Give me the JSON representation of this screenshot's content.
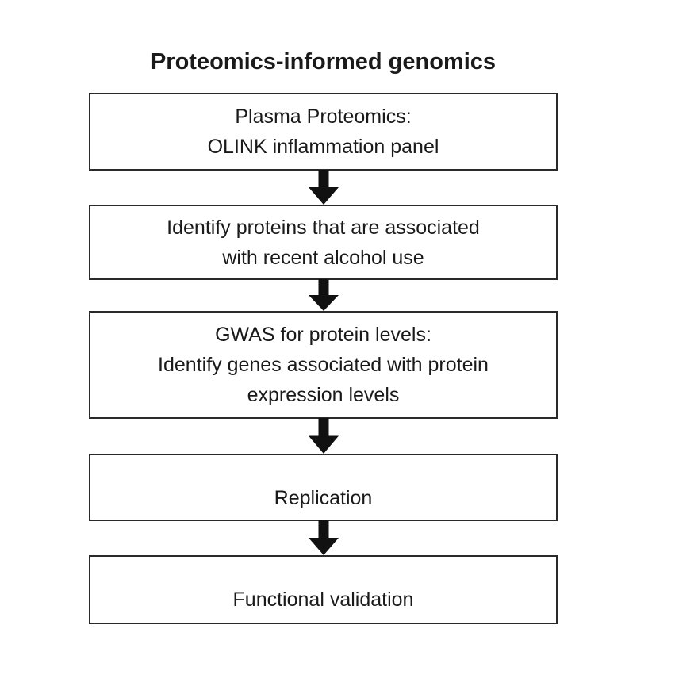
{
  "title": "Proteomics-informed genomics",
  "colors": {
    "ink": "#1a1a1a",
    "box_border": "#2a2a2a",
    "arrow": "#111111",
    "background": "#ffffff"
  },
  "flow": {
    "steps": [
      {
        "text": "Plasma Proteomics:\nOLINK inflammation panel"
      },
      {
        "text": "Identify proteins that are associated\nwith recent alcohol use"
      },
      {
        "text": "GWAS for protein levels:\nIdentify genes associated with protein\nexpression levels"
      },
      {
        "text": "Replication"
      },
      {
        "text": "Functional validation"
      }
    ],
    "connector": "down-arrow"
  }
}
